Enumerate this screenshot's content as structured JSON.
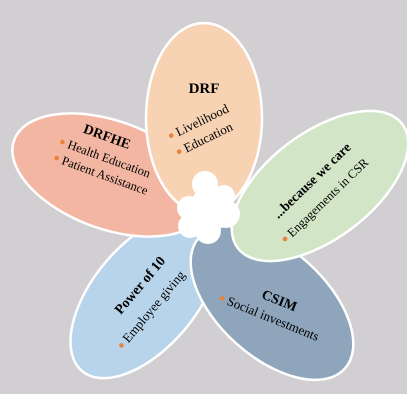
{
  "diagram": {
    "background": "#d2cfd2",
    "center_color": "#ffffff",
    "bullet_color": "#e9823a",
    "petals": [
      {
        "id": "drf",
        "fill": "#f7d3b4",
        "title": "DRF",
        "items": [
          "Livelihood",
          "Education"
        ]
      },
      {
        "id": "because-we-care",
        "fill": "#d2e5c6",
        "title": "...because we care",
        "items": [
          "Engagements in CSR"
        ]
      },
      {
        "id": "csim",
        "fill": "#8ea5bb",
        "title": "CSIM",
        "items": [
          "Social investments"
        ]
      },
      {
        "id": "power-of-10",
        "fill": "#b8d4ea",
        "title": "Power of 10",
        "items": [
          "Employee giving"
        ]
      },
      {
        "id": "drfhe",
        "fill": "#f3b6a3",
        "title": "DRFHE",
        "items": [
          "Health Education",
          "Patient Assistance"
        ]
      }
    ]
  }
}
